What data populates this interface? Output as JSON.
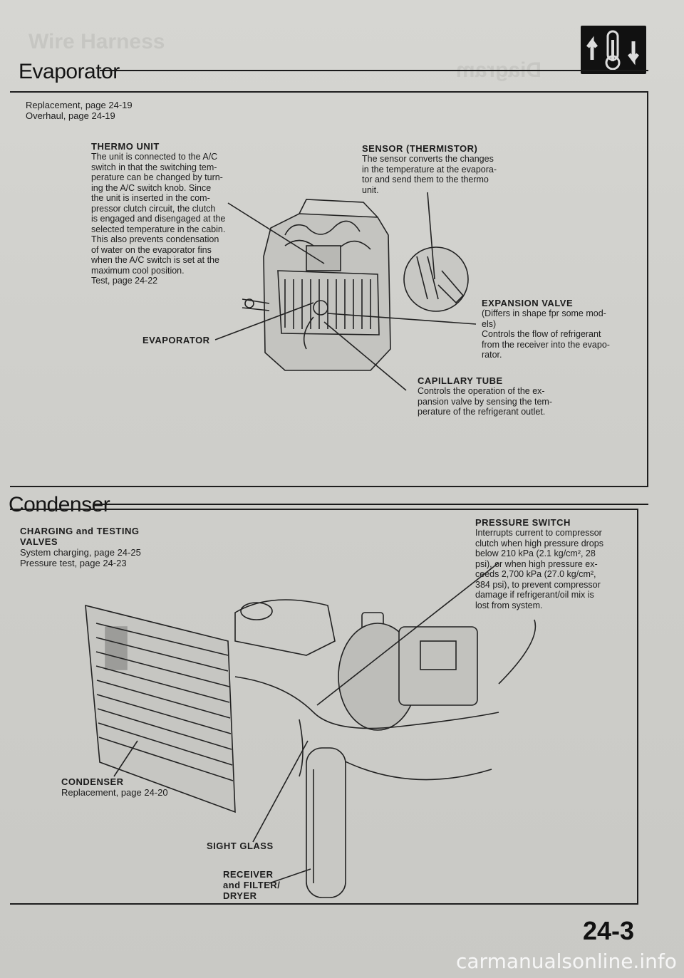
{
  "ghost": {
    "harness": "Wire Harness",
    "diagram": "Diagram"
  },
  "evaporator": {
    "title": "Evaporator",
    "refs": [
      "Replacement, page 24-19",
      "Overhaul, page 24-19"
    ],
    "thermo": {
      "heading": "THERMO UNIT",
      "lines": [
        "The unit is connected to the A/C",
        "switch in that the switching tem-",
        "perature can be changed by turn-",
        "ing the A/C switch knob. Since",
        "the unit is inserted in the com-",
        "pressor clutch circuit, the clutch",
        "is engaged and disengaged at the",
        "selected temperature in the cabin.",
        "This also prevents condensation",
        "of water on the evaporator fins",
        "when the A/C switch is set at the",
        "maximum cool position.",
        "Test, page 24-22"
      ]
    },
    "sensor": {
      "heading": "SENSOR (THERMISTOR)",
      "lines": [
        "The sensor converts the changes",
        "in the temperature at the evapora-",
        "tor and send them to the thermo",
        "unit."
      ]
    },
    "expansion": {
      "heading": "EXPANSION VALVE",
      "lines": [
        "(Differs in shape fpr some mod-",
        "els)",
        "Controls the flow of refrigerant",
        "from the receiver into the evapo-",
        "rator."
      ]
    },
    "evaporator_label": "EVAPORATOR",
    "capillary": {
      "heading": "CAPILLARY TUBE",
      "lines": [
        "Controls the operation of the ex-",
        "pansion valve by sensing the tem-",
        "perature of the refrigerant outlet."
      ]
    }
  },
  "condenser": {
    "title": "Condenser",
    "charging": {
      "heading_lines": [
        "CHARGING and TESTING",
        "VALVES"
      ],
      "refs": [
        "System charging, page 24-25",
        "Pressure test, page 24-23"
      ]
    },
    "pressure": {
      "heading": "PRESSURE SWITCH",
      "lines": [
        "Interrupts current to compressor",
        "clutch when high pressure drops",
        "below 210 kPa (2.1 kg/cm², 28",
        "psi), or when high pressure ex-",
        "ceeds 2,700 kPa (27.0 kg/cm²,",
        "384 psi), to prevent compressor",
        "damage if refrigerant/oil mix is",
        "lost from system."
      ]
    },
    "condenser_label": {
      "heading": "CONDENSER",
      "ref": "Replacement, page 24-20"
    },
    "sight_glass": "SIGHT GLASS",
    "receiver": [
      "RECEIVER",
      "and FILTER/",
      "DRYER"
    ]
  },
  "page_number": "24-3",
  "watermark": "carmanualsonline.info",
  "icon": "ac-temperature-icon"
}
